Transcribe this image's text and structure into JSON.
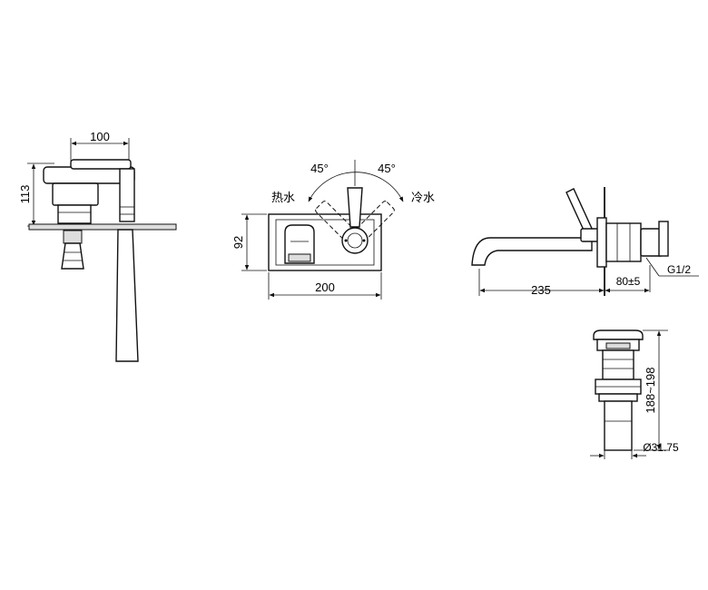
{
  "front_view": {
    "width_dim": "100",
    "height_dim": "113"
  },
  "wall_plate_view": {
    "angle_left": "45°",
    "angle_right": "45°",
    "hot_label": "热水",
    "cold_label": "冷水",
    "width_dim": "200",
    "height_dim": "92"
  },
  "side_view": {
    "spout_dim": "235",
    "depth_dim": "80±5",
    "thread_label": "G1/2"
  },
  "drain_view": {
    "height_dim": "188~198",
    "diameter_dim": "Ø31.75"
  }
}
